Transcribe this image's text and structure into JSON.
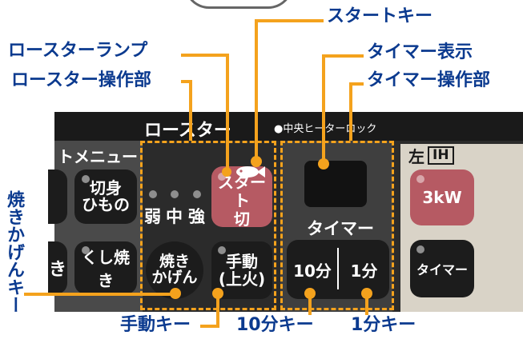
{
  "callouts": {
    "start_key": "スタートキー",
    "roaster_lamp": "ロースターランプ",
    "timer_display": "タイマー表示",
    "roaster_controls": "ロースター操作部",
    "timer_controls": "タイマー操作部",
    "yakikagen_key": "焼きかげんキー",
    "manual_key": "手動キー",
    "ten_min_key": "10分キー",
    "one_min_key": "1分キー"
  },
  "panel": {
    "roaster_title": "ロースター",
    "center_heater_lock": "●中央ヒーターロック",
    "menu_partial": "トメニュー",
    "left_heater_label": "左",
    "ih_label": "IH"
  },
  "buttons": {
    "kirimi_line1": "切身",
    "kirimi_line2": "ひもの",
    "kushiyaki": "くし焼き",
    "partial_left_top": "",
    "partial_left_bottom": "き",
    "yakikagen_line1": "焼き",
    "yakikagen_line2": "かげん",
    "start_line1": "スタート",
    "start_line2": "切",
    "manual_line1": "手動",
    "manual_line2": "(上火)",
    "ten_min": "10分",
    "one_min": "1分",
    "three_kw": "3kW",
    "timer_btn": "タイマー"
  },
  "heat_levels": {
    "weak": "弱",
    "medium": "中",
    "strong": "強"
  },
  "timer_label": "タイマー",
  "colors": {
    "callout_text": "#0b3a8f",
    "leader_line": "#f4a21d",
    "panel_dark": "#2b2b2b",
    "start_button": "#b65a63",
    "three_kw_button": "#b65a63",
    "right_section": "#d9d3c7"
  }
}
